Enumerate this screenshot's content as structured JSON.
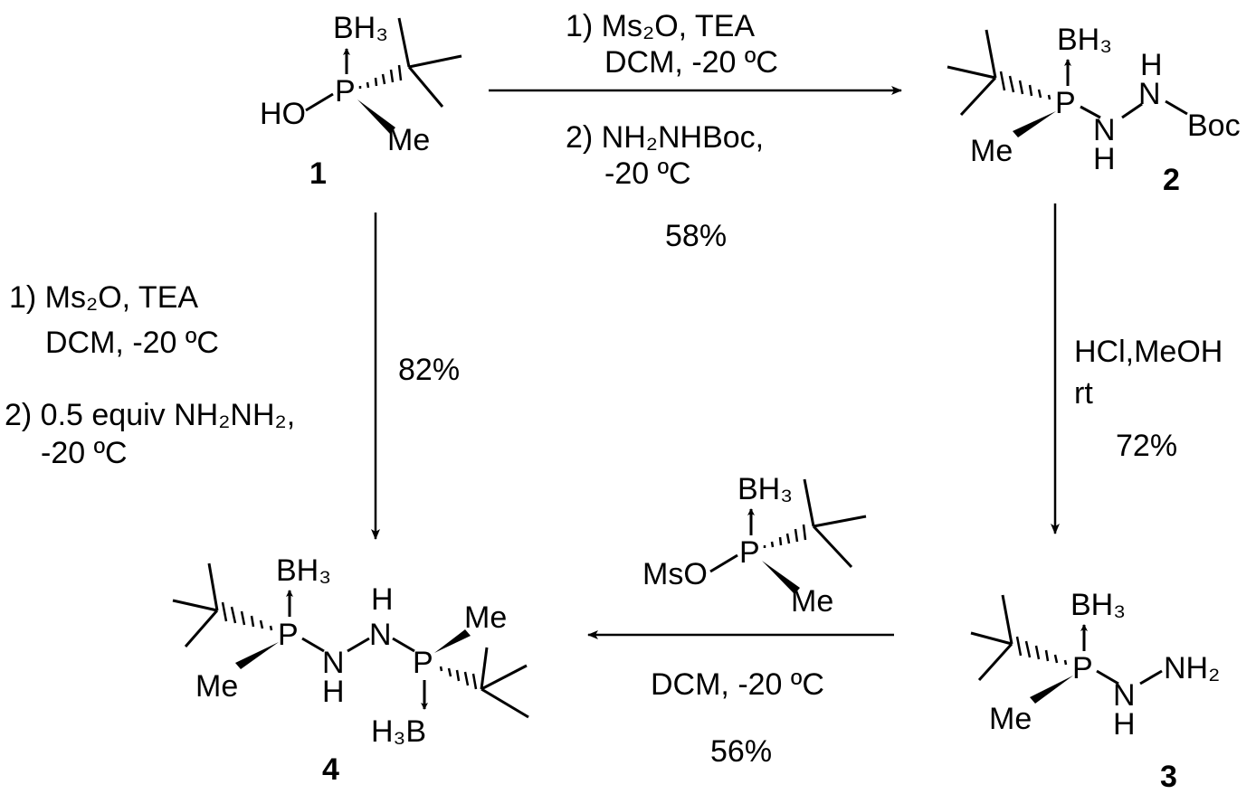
{
  "compounds": {
    "c1": {
      "number": "1",
      "BH3": "BH₃",
      "HO": "HO",
      "P": "P",
      "Me": "Me"
    },
    "c2": {
      "number": "2",
      "BH3": "BH₃",
      "P": "P",
      "Me": "Me",
      "N1": "N",
      "H1": "H",
      "N2": "N",
      "H2": "H",
      "Boc": "Boc"
    },
    "c3": {
      "number": "3",
      "BH3": "BH₃",
      "P": "P",
      "Me": "Me",
      "N": "N",
      "H": "H",
      "NH2": "NH₂"
    },
    "c4": {
      "number": "4",
      "BH3": "BH₃",
      "P1": "P",
      "Me1": "Me",
      "N1": "N",
      "H1": "H",
      "N2": "N",
      "H2": "H",
      "P2": "P",
      "Me2": "Me",
      "H3B": "H₃B"
    },
    "reagent": {
      "BH3": "BH₃",
      "MsO": "MsO",
      "P": "P",
      "Me": "Me"
    }
  },
  "conditions": {
    "step_1_to_2": {
      "line1": "1) Ms₂O, TEA",
      "line2": "DCM, -20 ºC",
      "line3": "2) NH₂NHBoc,",
      "line4": "-20 ºC",
      "yield": "58%"
    },
    "step_2_to_3": {
      "line1": "HCl,MeOH",
      "line2": "rt",
      "yield": "72%"
    },
    "step_3_to_4": {
      "line1": "DCM, -20 ºC",
      "yield": "56%"
    },
    "step_1_to_4": {
      "line1": "1) Ms₂O, TEA",
      "line2": "DCM, -20 ºC",
      "line3": "2) 0.5 equiv NH₂NH₂,",
      "line4": "-20 ºC",
      "yield": "82%"
    }
  }
}
